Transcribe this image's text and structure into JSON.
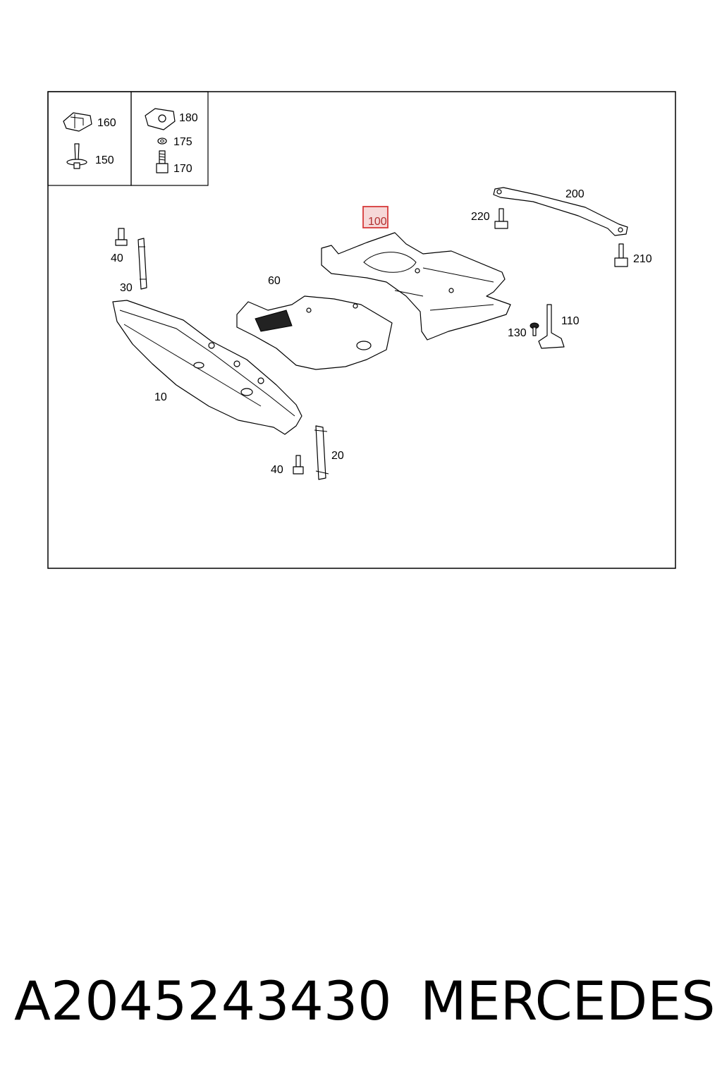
{
  "diagram": {
    "callouts": {
      "c160": "160",
      "c150": "150",
      "c180": "180",
      "c175": "175",
      "c170": "170",
      "c200": "200",
      "c100": "100",
      "c220": "220",
      "c210": "210",
      "c40_top": "40",
      "c30": "30",
      "c60": "60",
      "c110": "110",
      "c130": "130",
      "c10": "10",
      "c20": "20",
      "c40_bottom": "40"
    },
    "highlight_color": "#d63a3a",
    "highlight_fill": "#f6d8d8"
  },
  "footer": {
    "part_number": "A2045243430",
    "brand": "MERCEDES"
  }
}
